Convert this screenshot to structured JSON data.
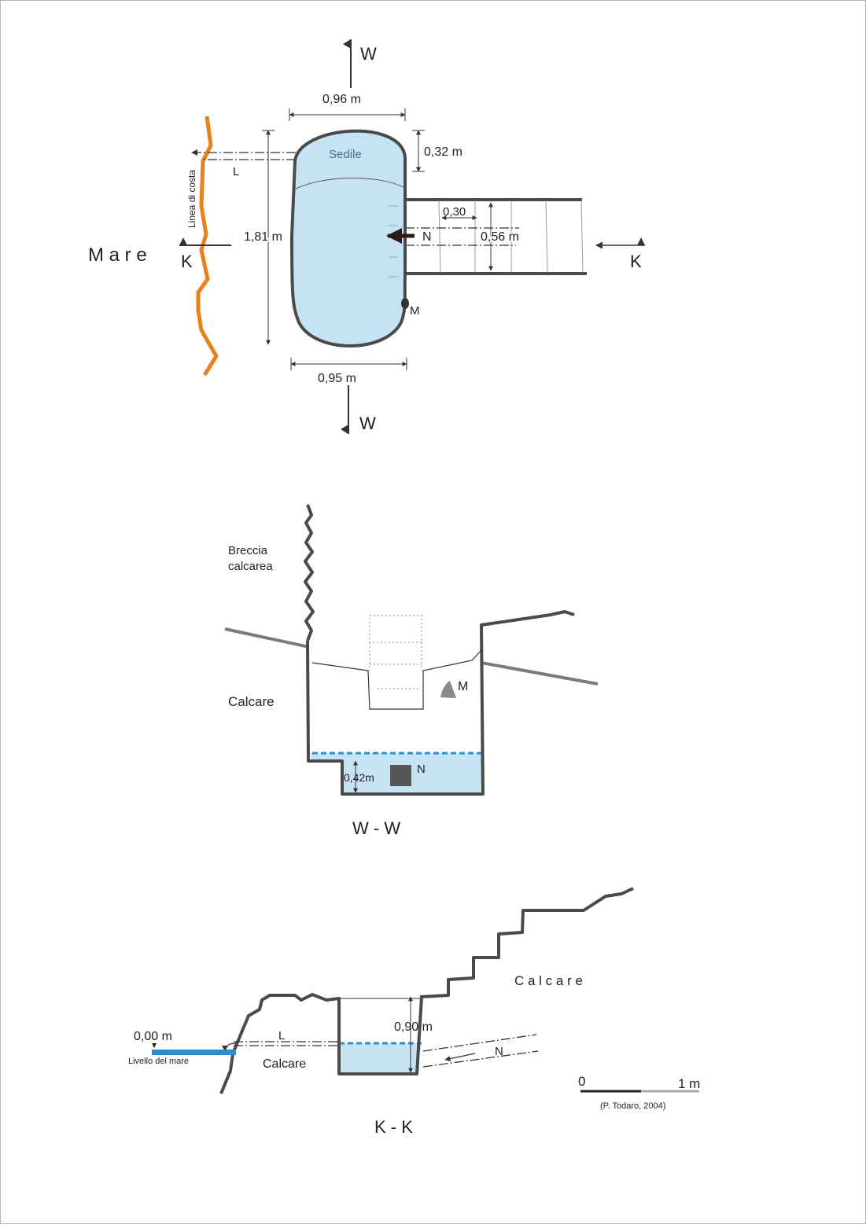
{
  "colors": {
    "water": "#c5e3f3",
    "outline": "#4a4a4a",
    "coast": "#e8801c",
    "sea_blue": "#2a8fd0",
    "grey_line": "#7b7b7b",
    "arrow": "#2b1a1a"
  },
  "plan": {
    "section_w": "W",
    "section_k": "K",
    "width_top": "0,96 m",
    "width_bottom": "0,95 m",
    "length": "1,81 m",
    "seat_depth": "0,32 m",
    "channel_width": "0,56 m",
    "step": "0,30",
    "seat_label": "Sedile",
    "coast_label": "Linea di costa",
    "sea_label": "M a r e",
    "label_l": "L",
    "label_n": "N",
    "label_m": "M"
  },
  "section_ww": {
    "title": "W - W",
    "breccia_line1": "Breccia",
    "breccia_line2": "calcarea",
    "calcare": "Calcare",
    "label_m": "M",
    "label_n": "N",
    "depth": "0,42m"
  },
  "section_kk": {
    "title": "K - K",
    "calcare_right": "C a l c a r e",
    "calcare_left": "Calcare",
    "height": "0,90 m",
    "level_value": "0,00 m",
    "level_label": "Livello del mare",
    "label_l": "L",
    "label_n": "N"
  },
  "scale": {
    "zero": "0",
    "one": "1 m",
    "credit": "(P. Todaro, 2004)"
  }
}
